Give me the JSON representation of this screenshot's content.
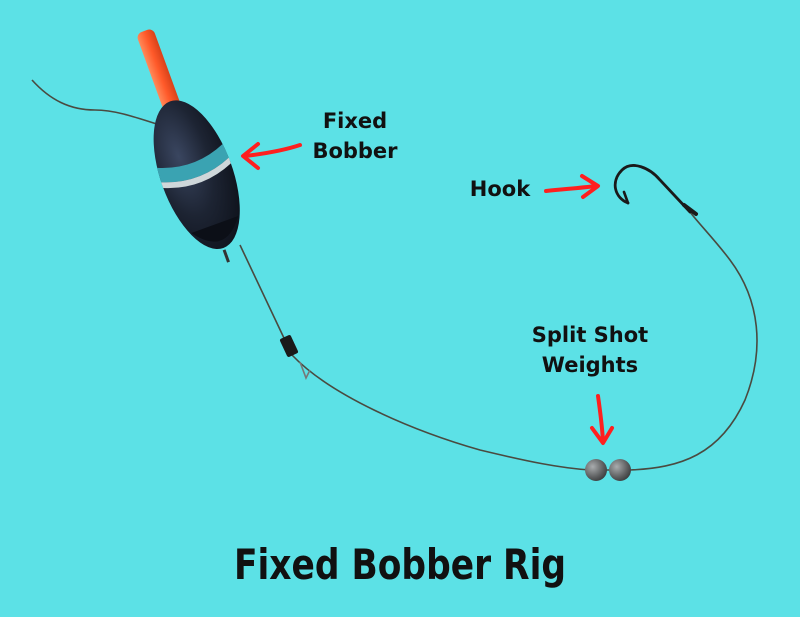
{
  "title": "Fixed Bobber Rig",
  "labels": {
    "fixed_bobber": [
      "Fixed",
      "Bobber"
    ],
    "hook": "Hook",
    "split_shot": [
      "Split Shot",
      "Weights"
    ]
  },
  "colors": {
    "background": "#5ce1e6",
    "arrow": "#ff1f1f",
    "bobber_body": "#1d2433",
    "bobber_tip": "#ff5a2a",
    "bobber_band": "#3aa3b2",
    "line": "#4a4a40",
    "weights": "#5d5f60"
  }
}
